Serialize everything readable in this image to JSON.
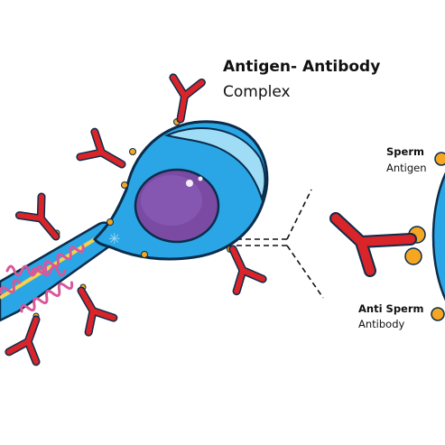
{
  "labels": {
    "complex_line1": "Antigen- Antibody",
    "complex_line2": "Complex",
    "sperm_line1": "Sperm",
    "sperm_line2": "Antigen",
    "anti_line1": "Anti Sperm",
    "anti_line2": "Antibody"
  },
  "colors": {
    "cell_blue": "#2aa6e6",
    "cell_light": "#9fdcf5",
    "outline": "#0b2c4a",
    "nucleus": "#7b4aa3",
    "antibody_red": "#d9242a",
    "antigen_orange": "#f5a623",
    "tail_yellow": "#f5d24a",
    "tail_pink": "#d9579a"
  },
  "icons": {
    "antibody": "y-shaped-antibody",
    "antigen": "antigen-bump",
    "acrosome": "asterisk"
  }
}
